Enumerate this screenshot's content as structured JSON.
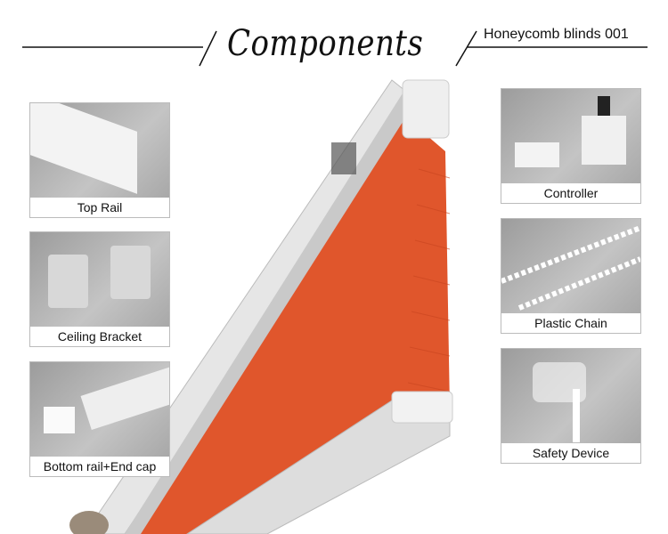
{
  "header": {
    "title": "Components",
    "subtitle": "Honeycomb blinds 001"
  },
  "left_panels": [
    {
      "label": "Top Rail"
    },
    {
      "label": "Ceiling Bracket"
    },
    {
      "label": "Bottom rail+End cap"
    }
  ],
  "right_panels": [
    {
      "label": "Controller"
    },
    {
      "label": "Plastic Chain"
    },
    {
      "label": "Safety Device"
    }
  ],
  "colors": {
    "fabric": "#e0562c",
    "rail": "#e8e8e8",
    "panel_bg": "#b0b0b0"
  }
}
